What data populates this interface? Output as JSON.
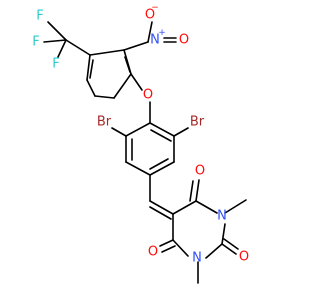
{
  "structure": {
    "atom_labels": {
      "f_top": "F",
      "f_left": "F",
      "f_bottom": "F",
      "nitro_o_minus": "O",
      "nitro_o_minus_charge": "−",
      "nitro_n_plus": "N",
      "nitro_n_plus_charge": "+",
      "nitro_o_double": "O",
      "ether_o": "O",
      "br_left": "Br",
      "br_right": "Br",
      "carbonyl_o_top": "O",
      "carbonyl_o_right": "O",
      "carbonyl_o_bottom": "O",
      "n_upper": "N",
      "n_lower": "N"
    },
    "colors": {
      "bond": "#000000",
      "fluorine": "#33cccc",
      "oxygen": "#ff0d0d",
      "nitrogen": "#3050f8",
      "bromine": "#a62929"
    }
  }
}
